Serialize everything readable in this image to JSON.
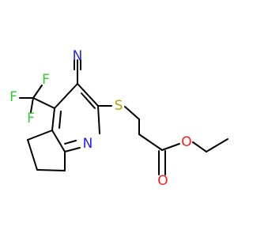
{
  "atoms": {
    "N_nitrile": "N",
    "S_thioether": "S",
    "N_ring": "N",
    "O_ether": "O",
    "O_carbonyl": "O",
    "F_top": "F",
    "F_left": "F",
    "F_bottom": "F"
  },
  "colors": {
    "nitrogen": "#1f1fff",
    "sulfur": "#b8a000",
    "oxygen": "#ff1a1a",
    "fluorine": "#35c935",
    "carbon_bond": "#000000",
    "background": "#ffffff"
  }
}
